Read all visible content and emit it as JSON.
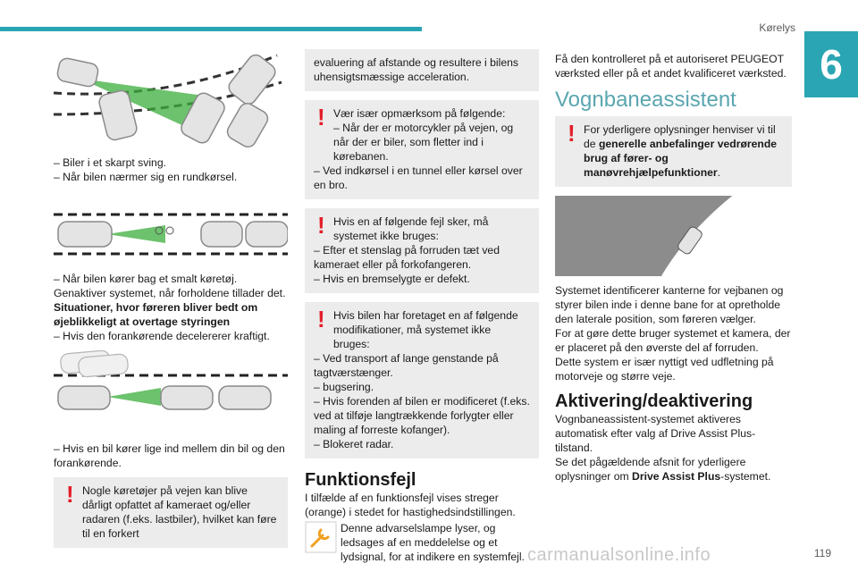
{
  "header": {
    "section": "Kørelys",
    "chapter": "6"
  },
  "page_number": "119",
  "watermark": "carmanualsonline.info",
  "col1": {
    "list1": [
      "–  Biler i et skarpt sving.",
      "–  Når bilen nærmer sig en rundkørsel."
    ],
    "list2": "–  Når bilen kører bag et smalt køretøj.",
    "para1": "Genaktiver systemet, når forholdene tillader det.",
    "bold1": "Situationer, hvor føreren bliver bedt om øjeblikkeligt at overtage styringen",
    "list3": "–  Hvis den forankørende decelererer kraftigt.",
    "list4": "–  Hvis en bil kører lige ind mellem din bil og den forankørende.",
    "warn": "Nogle køretøjer på vejen kan blive dårligt opfattet af kameraet og/eller radaren (f.eks. lastbiler), hvilket kan føre til en forkert"
  },
  "col2": {
    "cont": "evaluering af afstande og resultere i bilens uhensigtsmæssige acceleration.",
    "warn1": [
      "Vær især opmærksom på følgende:",
      "–  Når der er motorcykler på vejen, og når der er biler, som fletter ind i kørebanen.",
      "–  Ved indkørsel i en tunnel eller kørsel over en bro."
    ],
    "warn2": [
      "Hvis en af følgende fejl sker, må systemet ikke bruges:",
      "–  Efter et stenslag på forruden tæt ved kameraet eller på forkofangeren.",
      "–  Hvis en bremselygte er defekt."
    ],
    "warn3": [
      "Hvis bilen har foretaget en af følgende modifikationer, må systemet ikke bruges:",
      "–  Ved transport af lange genstande på tagtværstænger.",
      "–  bugsering.",
      "–  Hvis forenden af bilen er modificeret (f.eks. ved at tilføje langtrækkende forlygter eller maling af forreste kofanger).",
      "–  Blokeret radar."
    ],
    "heading": "Funktionsfejl",
    "fault_text": "I tilfælde af en funktionsfejl vises streger (orange) i stedet for hastighedsindstillingen.",
    "fault_icon_text": "Denne advarselslampe lyser, og ledsages af en meddelelse og et lydsignal, for at indikere en systemfejl."
  },
  "col3": {
    "intro": "Få den kontrolleret på et autoriseret PEUGEOT værksted eller på et andet kvalificeret værksted.",
    "title": "Vognbaneassistent",
    "warn_a": "For yderligere oplysninger henviser vi til de ",
    "warn_b": "generelle anbefalinger vedrørende brug af fører- og manøvrehjælpefunktioner",
    "warn_c": ".",
    "desc": [
      "Systemet identificerer kanterne for vejbanen og styrer bilen inde i denne bane for at opretholde den laterale position, som føreren vælger.",
      "For at gøre dette bruger systemet et kamera, der er placeret på den øverste del af forruden.",
      "Dette system er især nyttigt ved udfletning på motorveje og større veje."
    ],
    "heading": "Aktivering/deaktivering",
    "act1": "Vognbaneassistent-systemet aktiveres automatisk efter valg af Drive Assist Plus-tilstand.",
    "act2_a": "Se det pågældende afsnit for yderligere oplysninger om ",
    "act2_b": "Drive Assist Plus",
    "act2_c": "-systemet."
  },
  "colors": {
    "accent": "#2aa5b4",
    "warning": "#e31e2a",
    "heading_teal": "#5aa6b0",
    "panel": "#ececec"
  }
}
